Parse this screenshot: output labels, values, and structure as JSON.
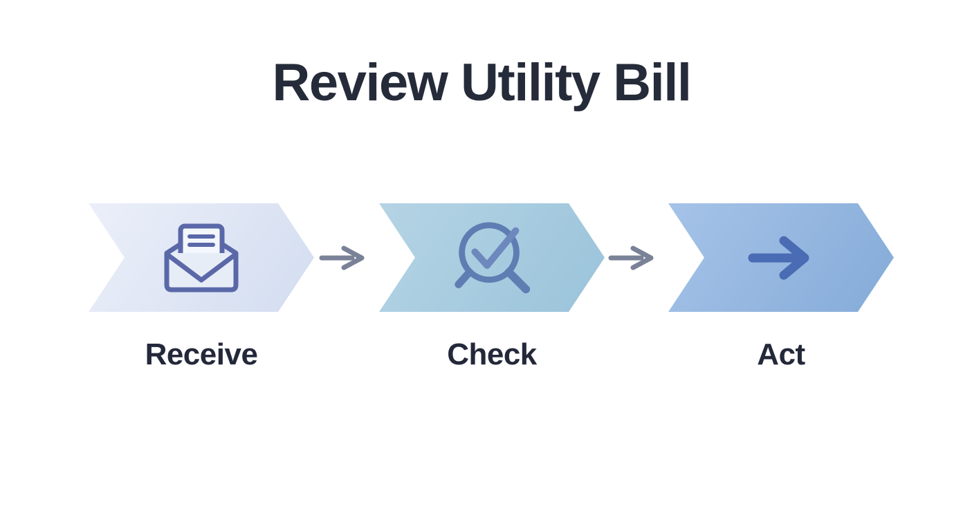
{
  "title": {
    "text": "Review Utility Bill",
    "color": "#262b3a"
  },
  "flow": {
    "type": "horizontal-process-flow",
    "step_shape": "chevron-arrow",
    "label_color": "#23283a",
    "connector": {
      "glyph": "arrow-right",
      "color": "#7a8297"
    },
    "steps": [
      {
        "label": "Receive",
        "icon": "open-envelope-icon",
        "fill_start": "#ebeff9",
        "fill_end": "#d3ddf0",
        "icon_color": "#5a68a8"
      },
      {
        "label": "Check",
        "icon": "magnifier-check-icon",
        "fill_start": "#b5d4e5",
        "fill_end": "#9ac3da",
        "icon_color": "#5e7db2",
        "check_color": "#6d88bd"
      },
      {
        "label": "Act",
        "icon": "arrow-right-icon",
        "fill_start": "#a6c3e8",
        "fill_end": "#84abd8",
        "icon_color": "#4a6cb4"
      }
    ]
  }
}
